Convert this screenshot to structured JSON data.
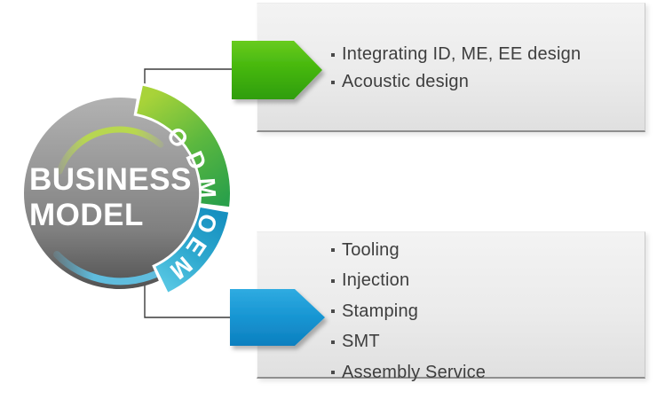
{
  "badge": {
    "title_line1": "BUSINESS",
    "title_line2": "MODEL",
    "odm": {
      "label": "ODM",
      "letters": [
        "O",
        "D",
        "M"
      ]
    },
    "oem": {
      "label": "OEM",
      "letters": [
        "O",
        "E",
        "M"
      ]
    }
  },
  "boxes": {
    "odm": {
      "items": [
        "Integrating ID, ME, EE design",
        "Acoustic design"
      ]
    },
    "oem": {
      "items": [
        "Tooling",
        "Injection",
        "Stamping",
        "SMT",
        "Assembly Service"
      ]
    }
  },
  "colors": {
    "odm_green": "#3aae22",
    "odm_band_light": "#a8d339",
    "oem_blue": "#1795d2",
    "oem_band_light": "#55c5e2",
    "badge_gray": "#8f8f8f",
    "connector": "#3b3b3b",
    "box_background": "#ebebeb",
    "box_text": "#3e3e3e"
  }
}
